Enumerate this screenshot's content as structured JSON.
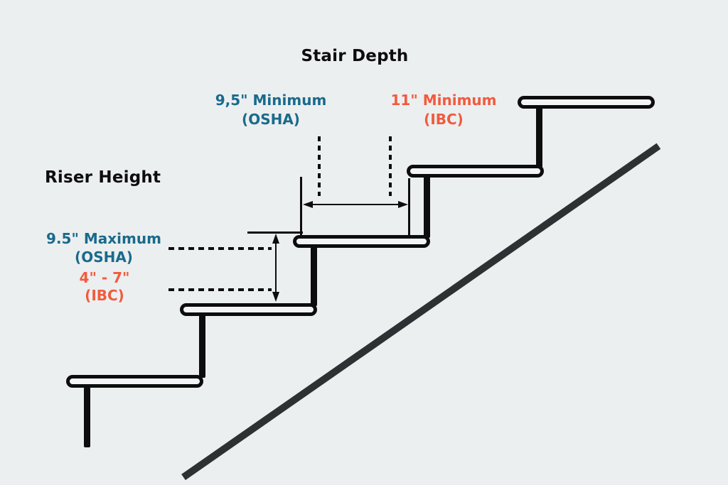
{
  "stair_depth": {
    "title": "Stair Depth",
    "osha_line1": "9,5\" Minimum",
    "osha_line2": "(OSHA)",
    "ibc_line1": "11\" Minimum",
    "ibc_line2": "(IBC)"
  },
  "riser_height": {
    "title": "Riser Height",
    "osha_line1": "9.5\" Maximum",
    "osha_line2": "(OSHA)",
    "ibc_line1": "4\" - 7\"",
    "ibc_line2": "(IBC)"
  },
  "colors": {
    "background": "#eceff0",
    "stroke_black": "#0d0d0d",
    "osha_teal": "#1a6a8c",
    "ibc_orange": "#f15b3e",
    "stringer_gray": "#2d3133"
  }
}
